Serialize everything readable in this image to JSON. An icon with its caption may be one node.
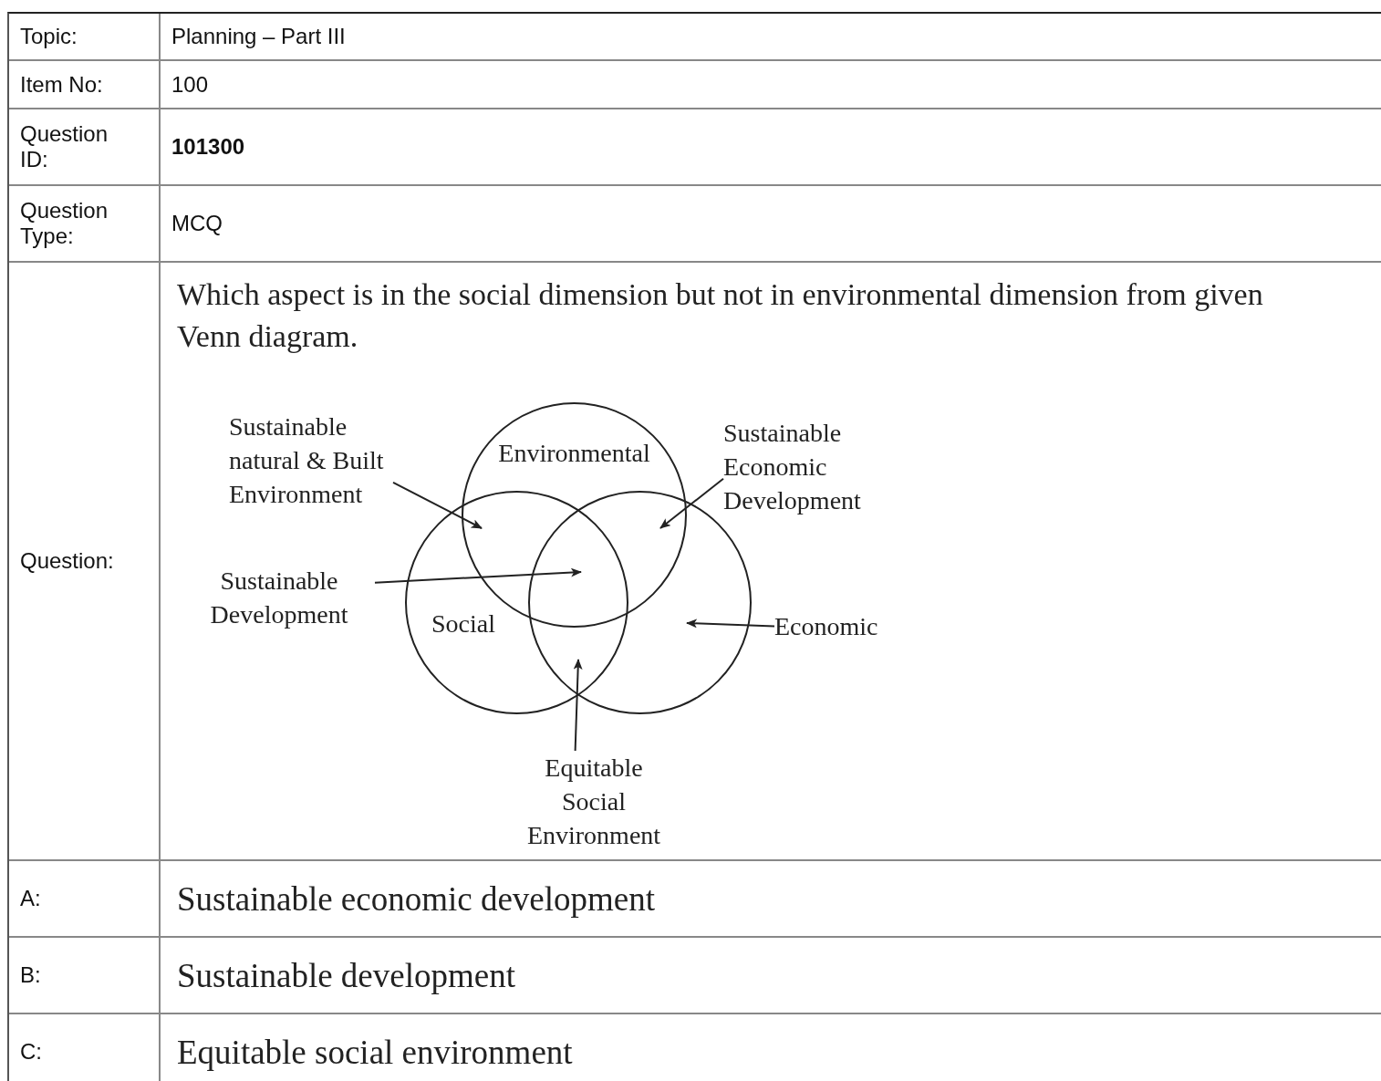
{
  "diagram": {
    "nodes": [
      {
        "text": [
          "Environmental"
        ]
      },
      {
        "text": [
          "Social"
        ]
      },
      {
        "text": [],
        "shape": "circle"
      },
      {
        "text": [
          "Sustainable natural & Built Environment"
        ]
      },
      {
        "text": [
          "Sustainable Economic Development"
        ]
      },
      {
        "text": [
          "Sustainable Development"
        ]
      },
      {
        "text": [
          "Economic"
        ]
      },
      {
        "text": [
          "Equitable Social Environment"
        ]
      }
    ],
    "edges": [
      {
        "from": 3,
        "to": 1,
        "arrow": "to"
      },
      {
        "from": 4,
        "to": 2,
        "arrow": "to"
      },
      {
        "from": 5,
        "to": 1,
        "arrow": "to"
      },
      {
        "from": 6,
        "to": 2,
        "arrow": "to"
      },
      {
        "from": 7,
        "to": 1,
        "arrow": "to"
      }
    ],
    "labels": [
      "Topic:",
      "Planning – Part III",
      "Item No:",
      "100",
      "Question ID:",
      "101300",
      "Question Type:",
      "MCQ",
      "Question:",
      "Which aspect is in the social dimension but not in environmental dimension from given Venn diagram.",
      "A:",
      "Sustainable economic development",
      "B:",
      "Sustainable development",
      "C:",
      "Equitable social environment"
    ]
  }
}
